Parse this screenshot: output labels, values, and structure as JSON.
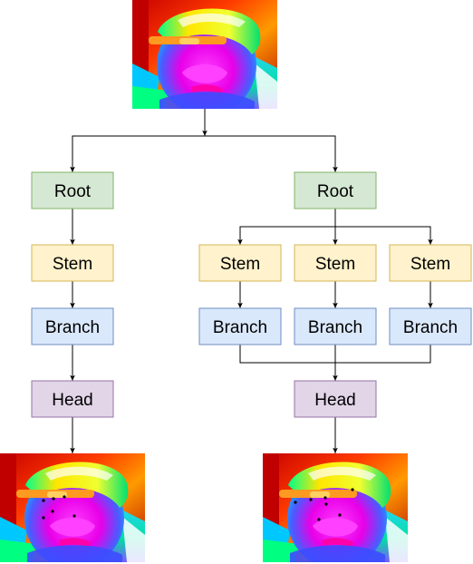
{
  "colors": {
    "root_fill": "#d5e8d4",
    "root_stroke": "#82b366",
    "stem_fill": "#fff2cc",
    "stem_stroke": "#d6b656",
    "branch_fill": "#dae8fc",
    "branch_stroke": "#6c8ebf",
    "head_fill": "#e1d5e7",
    "head_stroke": "#9673a6",
    "edge": "#000000"
  },
  "input_image": {
    "icon": "thermal-face-image"
  },
  "left_pipeline": {
    "root": "Root",
    "stem": "Stem",
    "branch": "Branch",
    "head": "Head",
    "output_image": {
      "icon": "thermal-face-landmarks-image"
    }
  },
  "right_pipeline": {
    "root": "Root",
    "stems": [
      "Stem",
      "Stem",
      "Stem"
    ],
    "branches": [
      "Branch",
      "Branch",
      "Branch"
    ],
    "head": "Head",
    "output_image": {
      "icon": "thermal-face-landmarks-image"
    }
  }
}
